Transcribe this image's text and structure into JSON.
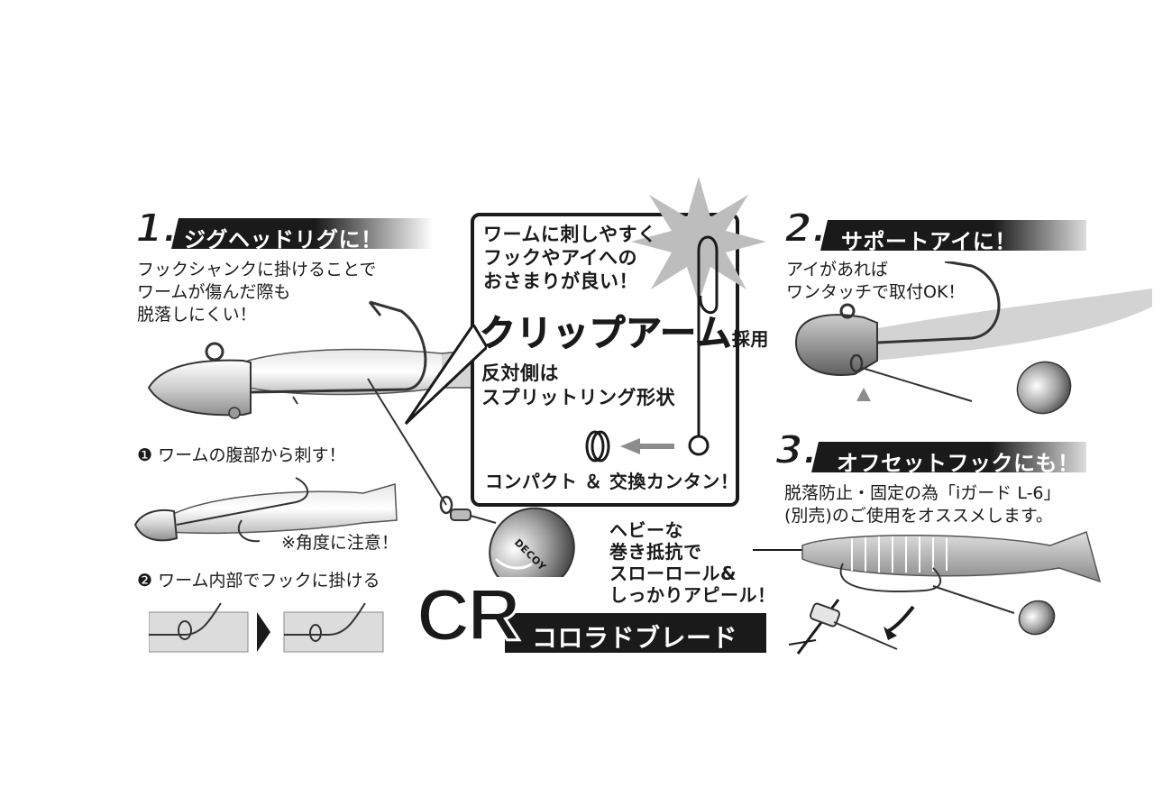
{
  "section1": {
    "number": "1.",
    "title": "ジグヘッドリグに！",
    "lines": [
      "フックシャンクに掛けることで",
      "ワームが傷んだ際も",
      "脱落しにくい！"
    ]
  },
  "step1": {
    "marker": "❶",
    "label": "ワームの腹部から刺す！"
  },
  "note_angle": "※角度に注意！",
  "step2": {
    "marker": "❷",
    "label": "ワーム内部でフックに掛ける"
  },
  "clip_box": {
    "lines": [
      "ワームに刺しやすく",
      "フックやアイへの",
      "おさまりが良い！"
    ],
    "headline": "クリップアーム",
    "headline_suffix": "採用",
    "side_lines": [
      "反対側は",
      "スプリットリング形状"
    ],
    "footer": "コンパクト ＆ 交換カンタン！"
  },
  "section2": {
    "number": "2.",
    "title": "サポートアイに！",
    "lines": [
      "アイがあれば",
      "ワンタッチで取付OK！"
    ]
  },
  "section3": {
    "number": "3.",
    "title": "オフセットフックにも！",
    "lines": [
      "脱落防止・固定の為「iガード L-6」",
      "(別売)のご使用をオススメします。"
    ]
  },
  "blade_note": [
    "ヘビーな",
    "巻き抵抗で",
    "スローロール&",
    "しっかりアピール！"
  ],
  "cr": {
    "big": "CR",
    "label": "コロラドブレード"
  },
  "blade_brand": "DECOY",
  "colors": {
    "ink": "#1a1a1a",
    "grey": "#8c8c8c",
    "light": "#d9d9d9",
    "bg": "#ffffff"
  }
}
